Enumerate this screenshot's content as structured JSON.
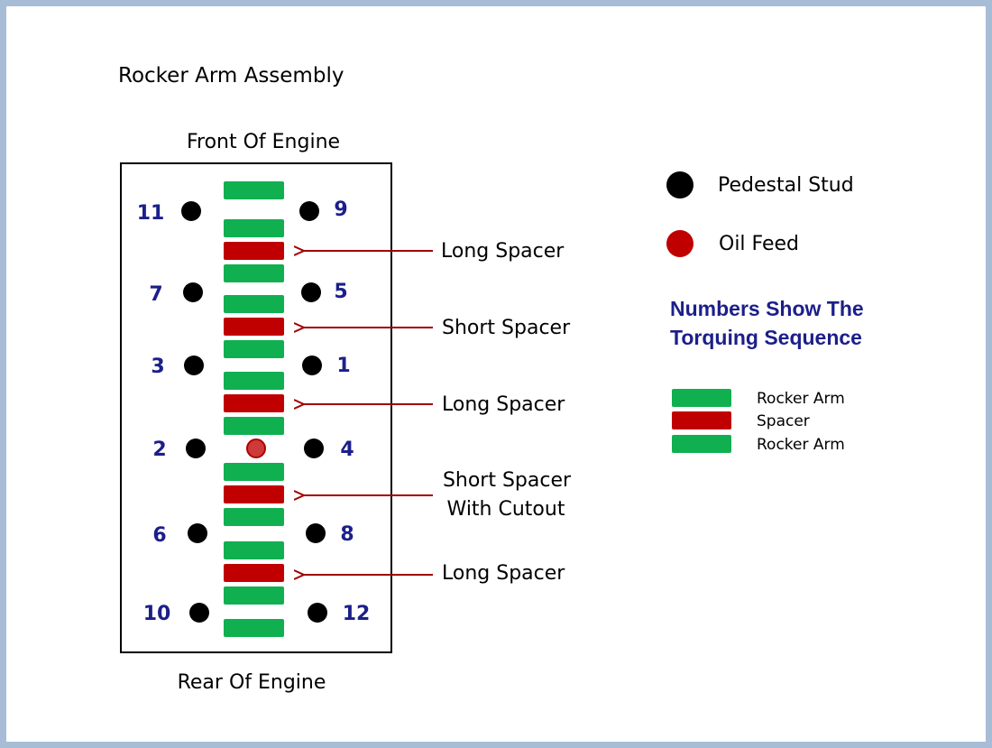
{
  "title": "Rocker Arm Assembly",
  "front_label": "Front Of Engine",
  "rear_label": "Rear Of Engine",
  "studs": [
    {
      "label": "11"
    },
    {
      "label": "9"
    },
    {
      "label": "7"
    },
    {
      "label": "5"
    },
    {
      "label": "3"
    },
    {
      "label": "1"
    },
    {
      "label": "2"
    },
    {
      "label": "4"
    },
    {
      "label": "6"
    },
    {
      "label": "8"
    },
    {
      "label": "10"
    },
    {
      "label": "12"
    }
  ],
  "callouts": [
    {
      "line1": "Long Spacer",
      "line2": ""
    },
    {
      "line1": "Short Spacer",
      "line2": ""
    },
    {
      "line1": "Long Spacer",
      "line2": ""
    },
    {
      "line1": "Short Spacer",
      "line2": "With Cutout"
    },
    {
      "line1": "Long Spacer",
      "line2": ""
    }
  ],
  "legend": {
    "pedestal_stud": "Pedestal Stud",
    "oil_feed": "Oil Feed",
    "note_line1": "Numbers Show The",
    "note_line2": "Torquing Sequence",
    "rocker_arm_top": "Rocker Arm",
    "spacer": "Spacer",
    "rocker_arm_bottom": "Rocker Arm"
  },
  "colors": {
    "rocker_arm": "#10b050",
    "spacer": "#c00000",
    "stud": "#000000",
    "oil_feed": "#c00000",
    "arrow": "#a00000",
    "number": "#1c1f8a"
  }
}
